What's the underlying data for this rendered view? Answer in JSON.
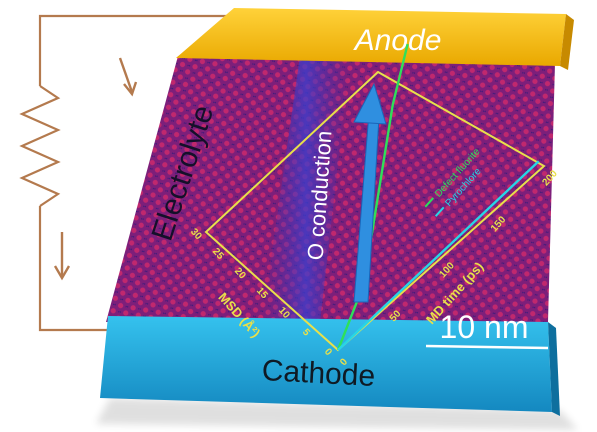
{
  "labels": {
    "anode": "Anode",
    "cathode": "Cathode",
    "electrolyte": "Electrolyte",
    "conduction": "O conduction",
    "scale_bar": "10 nm"
  },
  "chart_data": {
    "type": "line",
    "xlabel": "MD time (ps)",
    "ylabel": "MSD (Å²)",
    "xlim": [
      0,
      200
    ],
    "ylim": [
      0,
      30
    ],
    "x_ticks": [
      "0",
      "50",
      "100",
      "150",
      "200"
    ],
    "y_ticks": [
      "0",
      "5",
      "10",
      "15",
      "20",
      "25",
      "30"
    ],
    "series": [
      {
        "name": "Defect fluorite",
        "color": "#2ee05a",
        "x": [
          0,
          40,
          80,
          120,
          160,
          200
        ],
        "y": [
          0,
          4.5,
          11,
          18,
          25,
          31
        ]
      },
      {
        "name": "Pyrochlore",
        "color": "#27d6e6",
        "x": [
          0,
          50,
          100,
          150,
          200
        ],
        "y": [
          0,
          0.3,
          0.6,
          0.9,
          1.2
        ]
      }
    ]
  },
  "colors": {
    "anode": "#f5b800",
    "cathode": "#1ea9d8",
    "arrow": "#2f8fe0",
    "plot_axes": "#e8e04a",
    "circuit": "#b47a4e"
  }
}
